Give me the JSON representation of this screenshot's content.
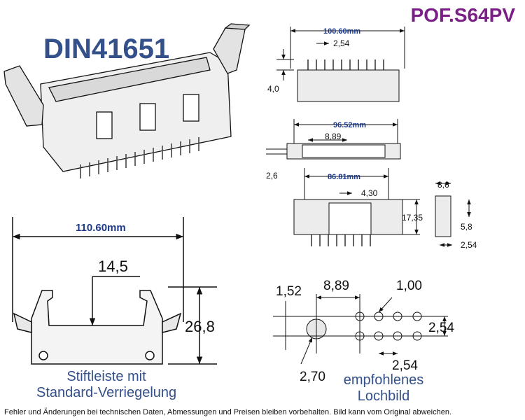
{
  "title": "DIN41651",
  "part_code": "POF.S64PV",
  "caption_left": [
    "Stiftleiste mit",
    "Standard-Verriegelung"
  ],
  "caption_right": [
    "empfohlenes",
    "Lochbild"
  ],
  "footer": "Fehler und Änderungen bei technischen Daten, Abmessungen und Preisen bleiben vorbehalten. Bild kann vom Original abweichen.",
  "dims": {
    "top_width": "100.60mm",
    "pitch_top": "2,54",
    "height_4": "4,0",
    "mid_width": "96.52mm",
    "pitch_889": "8,89",
    "depth_26": "2,6",
    "inner_width": "86.81mm",
    "inner_430": "4,30",
    "height_1735": "17,35",
    "side_86": "8,6",
    "side_58": "5,8",
    "side_254": "2,54",
    "front_width": "110.60mm",
    "front_145": "14,5",
    "front_268": "26,8",
    "hole_152": "1,52",
    "hole_889": "8,89",
    "hole_100": "1,00",
    "hole_254_v": "2,54",
    "hole_254_h": "2,54",
    "hole_270": "2,70"
  },
  "colors": {
    "title": "#34508a",
    "code": "#7a1f86",
    "dim_blue": "#1e3a8a",
    "line": "#111111"
  }
}
